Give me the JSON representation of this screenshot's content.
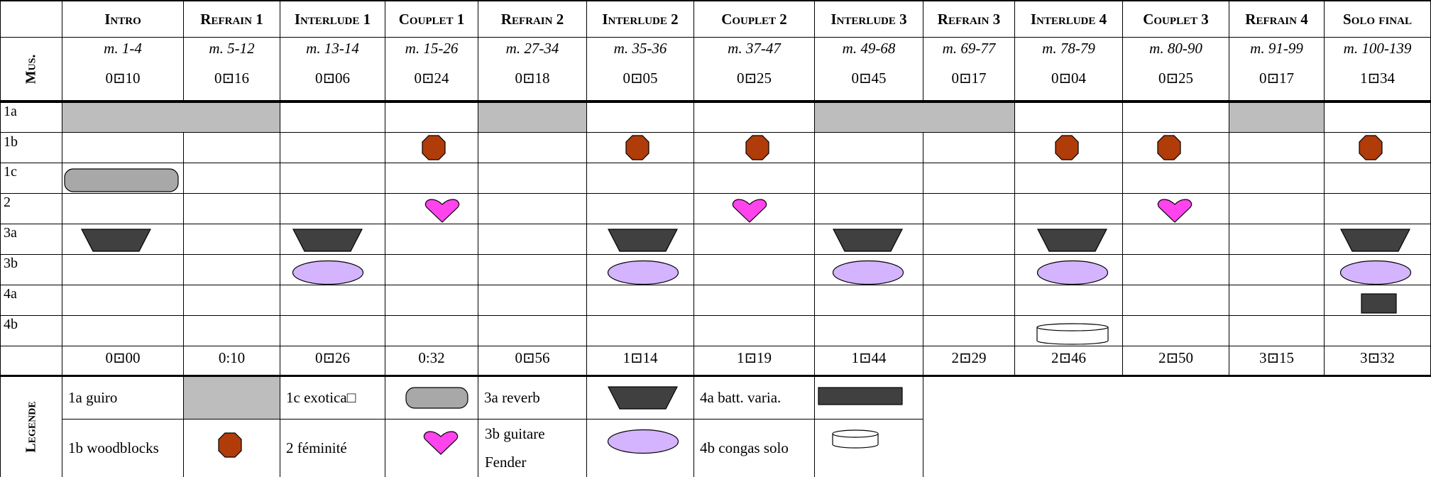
{
  "header": {
    "sections": [
      {
        "name": "Intro",
        "measures": "m. 1-4",
        "duration": "0⊡10"
      },
      {
        "name": "Refrain 1",
        "measures": "m. 5-12",
        "duration": "0⊡16"
      },
      {
        "name": "Interlude 1",
        "measures": "m. 13-14",
        "duration": "0⊡06"
      },
      {
        "name": "Couplet 1",
        "measures": "m. 15-26",
        "duration": "0⊡24"
      },
      {
        "name": "Refrain 2",
        "measures": "m. 27-34",
        "duration": "0⊡18"
      },
      {
        "name": "Interlude 2",
        "measures": "m. 35-36",
        "duration": "0⊡05"
      },
      {
        "name": "Couplet 2",
        "measures": "m. 37-47",
        "duration": "0⊡25"
      },
      {
        "name": "Interlude 3",
        "measures": "m. 49-68",
        "duration": "0⊡45"
      },
      {
        "name": "Refrain 3",
        "measures": "m. 69-77",
        "duration": "0⊡17"
      },
      {
        "name": "Interlude 4",
        "measures": "m. 78-79",
        "duration": "0⊡04"
      },
      {
        "name": "Couplet 3",
        "measures": "m. 80-90",
        "duration": "0⊡25"
      },
      {
        "name": "Refrain 4",
        "measures": "m. 91-99",
        "duration": "0⊡17"
      },
      {
        "name": "Solo final",
        "measures": "m. 100-139",
        "duration": "1⊡34"
      }
    ],
    "mus_label": "Mus."
  },
  "rows": [
    "1a",
    "1b",
    "1c",
    "2",
    "3a",
    "3b",
    "4a",
    "4b"
  ],
  "timestamps": [
    "0⊡00",
    "0:10",
    "0⊡26",
    "0:32",
    "0⊡56",
    "1⊡14",
    "1⊡19",
    "1⊡44",
    "2⊡29",
    "2⊡46",
    "2⊡50",
    "3⊡15",
    "3⊡32"
  ],
  "legend": {
    "title": "Legende",
    "items": [
      {
        "label": "1a guiro",
        "symbol": "gray-shade"
      },
      {
        "label": "1c exotica□",
        "symbol": "rounded-bar"
      },
      {
        "label": "3a reverb",
        "symbol": "trapezoid"
      },
      {
        "label": "4a batt. varia.",
        "symbol": "dark-rectangle"
      },
      {
        "label": "1b woodblocks",
        "symbol": "octagon"
      },
      {
        "label": "2 féminité",
        "symbol": "heart"
      },
      {
        "label_line1": "3b guitare",
        "label_line2": "Fender",
        "symbol": "ellipse"
      },
      {
        "label": "4b congas solo",
        "symbol": "drum"
      }
    ]
  },
  "colors": {
    "shade": "#bdbdbd",
    "octagon": "#b03c0a",
    "heart": "#ff44ee",
    "ellipse": "#d4b4ff",
    "trapezoid": "#404040",
    "bar": "#a8a8a8"
  }
}
